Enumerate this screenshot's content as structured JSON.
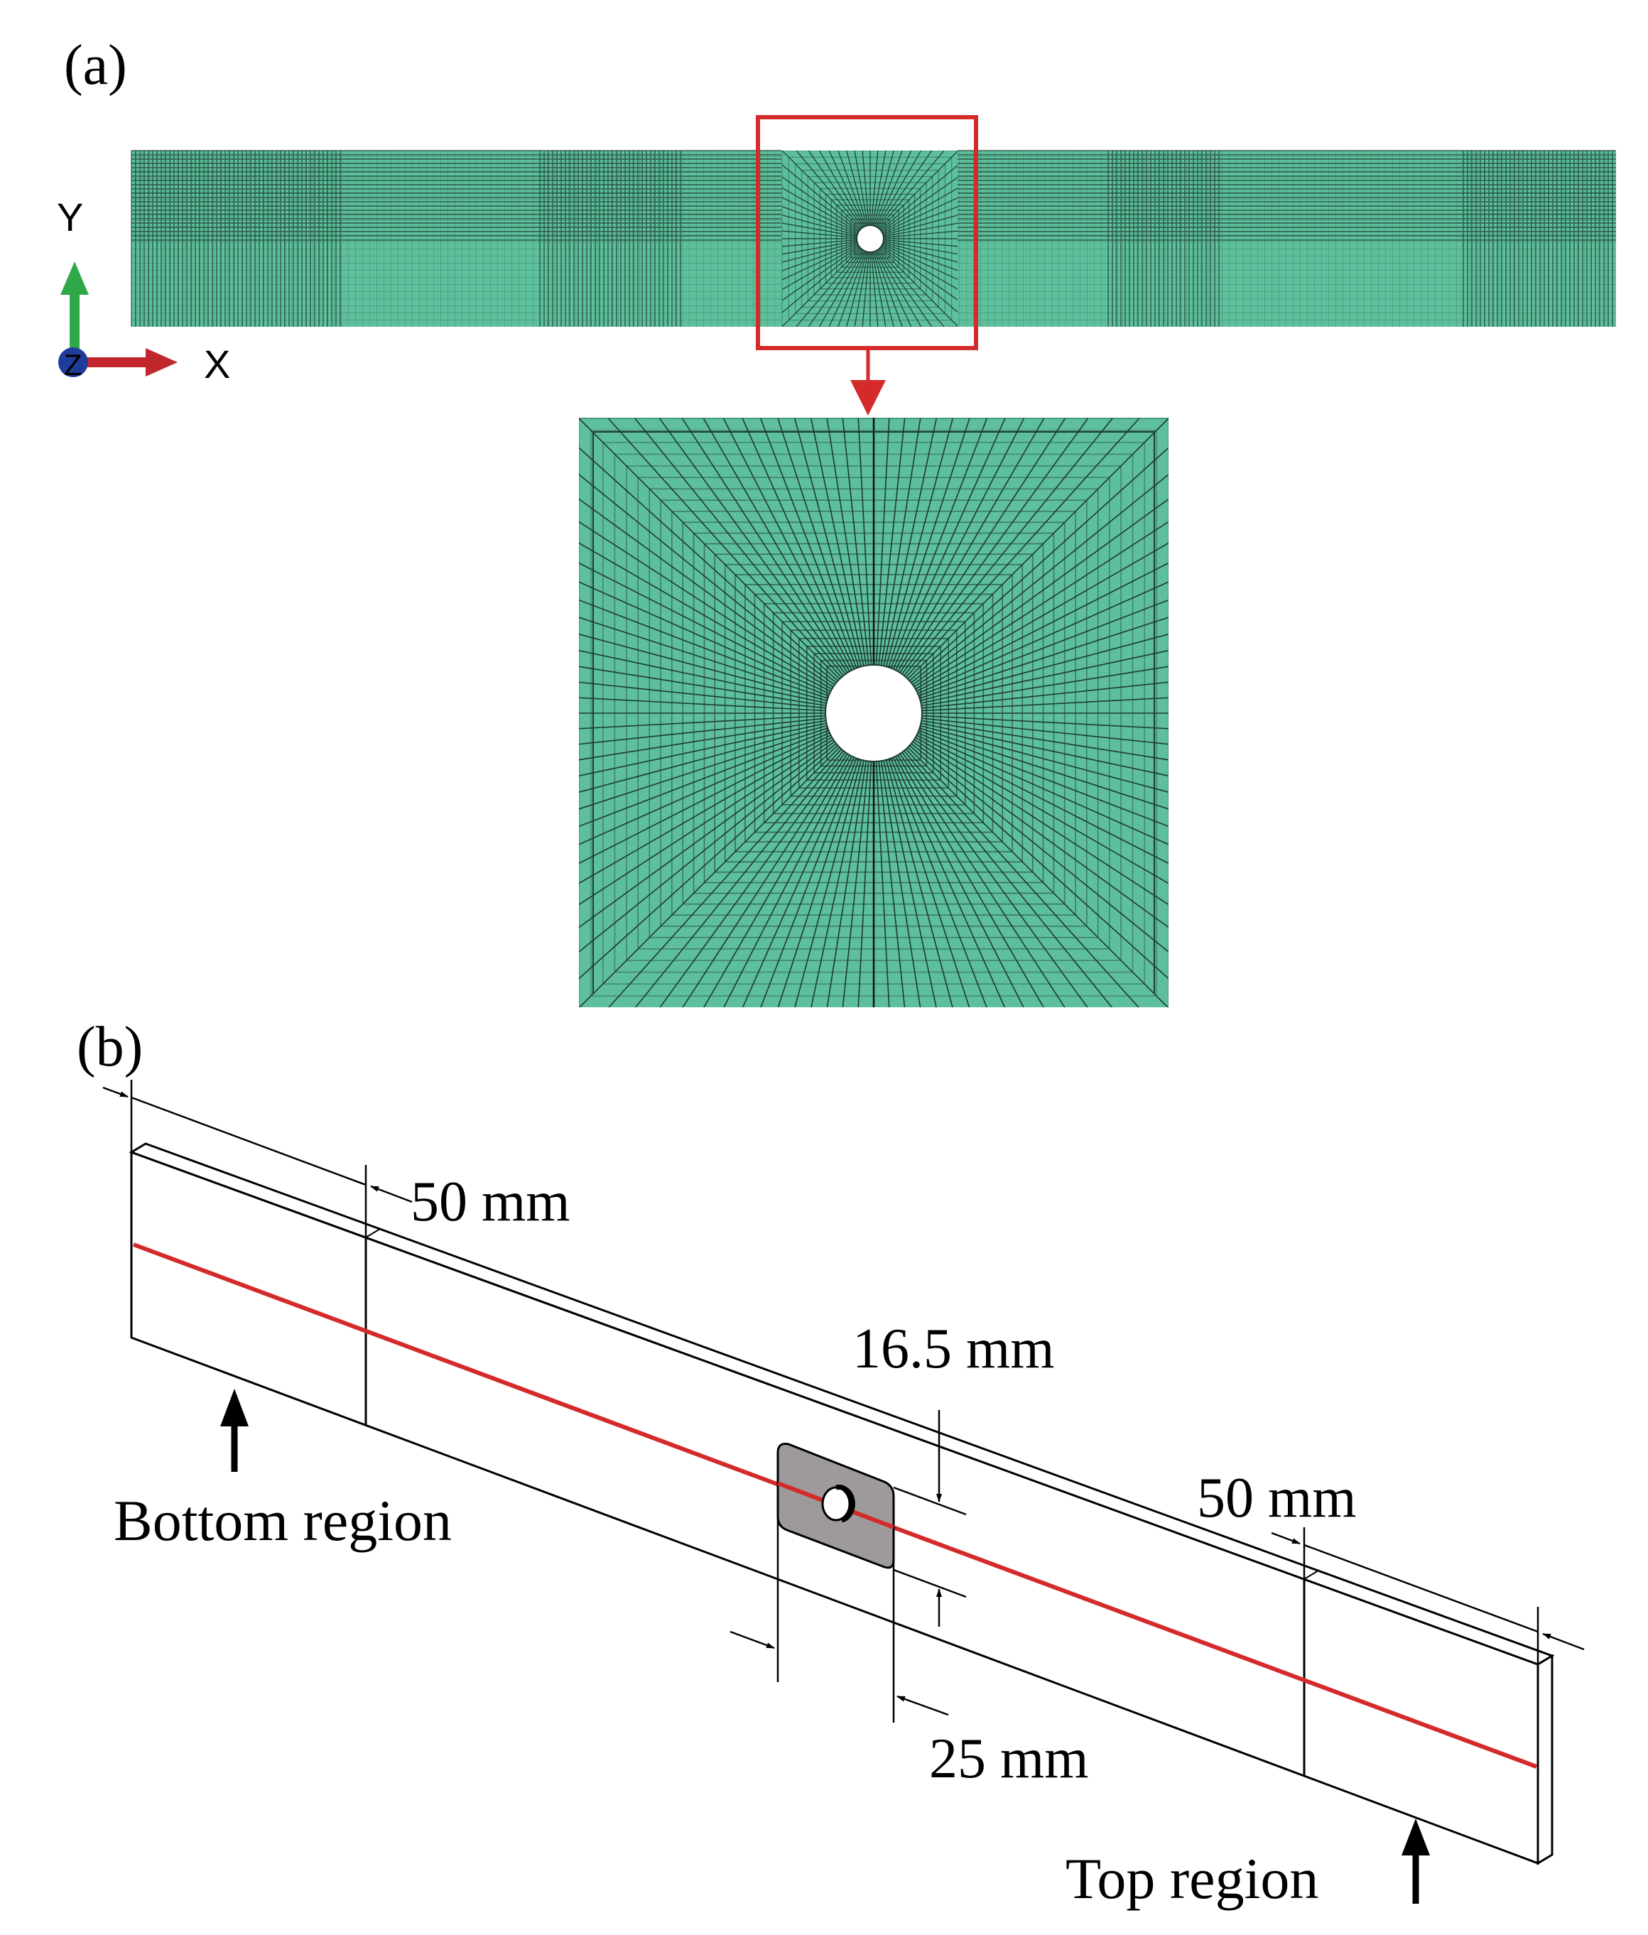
{
  "panel_a": {
    "label": "(a)",
    "axis_y_label": "Y",
    "axis_x_label": "X",
    "axis_z_label": "Z"
  },
  "panel_b": {
    "label": "(b)",
    "dim_top_left": "50 mm",
    "dim_hole_height": "16.5 mm",
    "dim_top_right": "50 mm",
    "dim_hole_width": "25 mm",
    "bottom_region": "Bottom region",
    "top_region": "Top region"
  },
  "colors": {
    "mesh_fill": "#5dbf9b",
    "mesh_line": "#1d3a30",
    "highlight": "#d42a2a",
    "specimen_line": "#d42a2a",
    "patch_fill": "#9e9a9b",
    "axis_y": "#2fa84a",
    "axis_x": "#c0262b",
    "axis_z": "#1f3c9a"
  }
}
